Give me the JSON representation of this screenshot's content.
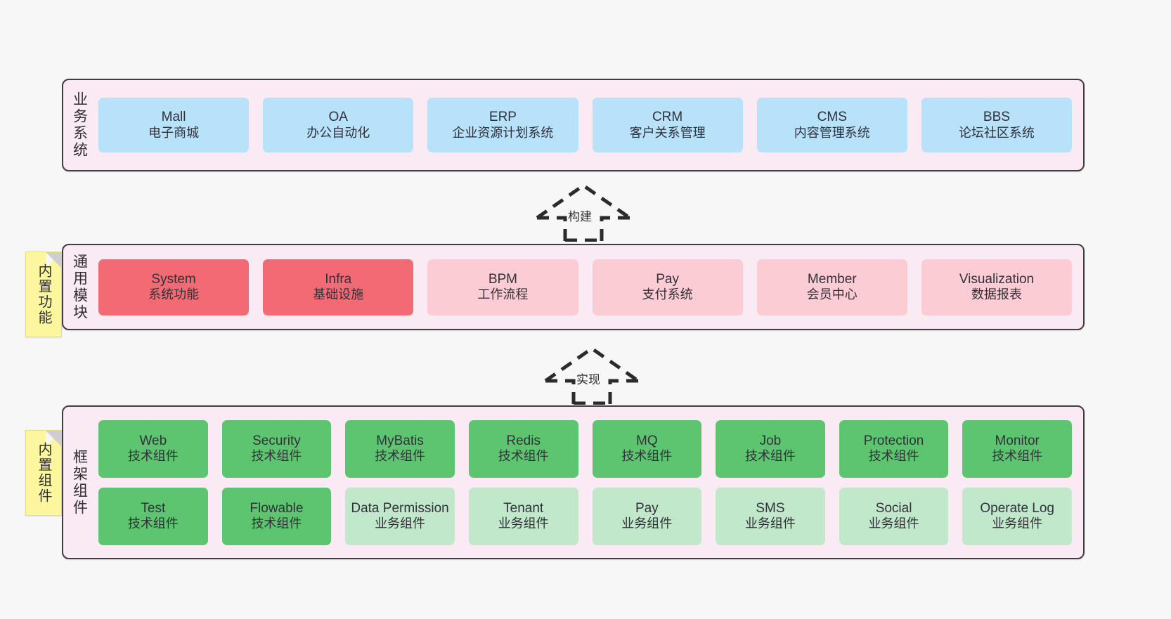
{
  "diagram": {
    "background_color": "#f7f7f7",
    "container_fill": "#f9eaf4",
    "container_border": "#413a47",
    "sticky_color": "#fcf79f"
  },
  "layers": [
    {
      "id": "business-system",
      "title": "业务系统",
      "sticky": null,
      "rows": [
        {
          "cells": [
            {
              "en": "Mall",
              "cn": "电子商城",
              "color": "#b8e2fa",
              "variant": "c-blue"
            },
            {
              "en": "OA",
              "cn": "办公自动化",
              "color": "#b8e2fa",
              "variant": "c-blue"
            },
            {
              "en": "ERP",
              "cn": "企业资源计划系统",
              "color": "#b8e2fa",
              "variant": "c-blue"
            },
            {
              "en": "CRM",
              "cn": "客户关系管理",
              "color": "#b8e2fa",
              "variant": "c-blue"
            },
            {
              "en": "CMS",
              "cn": "内容管理系统",
              "color": "#b8e2fa",
              "variant": "c-blue"
            },
            {
              "en": "BBS",
              "cn": "论坛社区系统",
              "color": "#b8e2fa",
              "variant": "c-blue"
            }
          ]
        }
      ]
    },
    {
      "id": "common-module",
      "title": "通用模块",
      "sticky": "内置功能",
      "rows": [
        {
          "cells": [
            {
              "en": "System",
              "cn": "系统功能",
              "color": "#f26b74",
              "variant": "c-red"
            },
            {
              "en": "Infra",
              "cn": "基础设施",
              "color": "#f26b74",
              "variant": "c-red"
            },
            {
              "en": "BPM",
              "cn": "工作流程",
              "color": "#fbccd4",
              "variant": "c-pink"
            },
            {
              "en": "Pay",
              "cn": "支付系统",
              "color": "#fbccd4",
              "variant": "c-pink"
            },
            {
              "en": "Member",
              "cn": "会员中心",
              "color": "#fbccd4",
              "variant": "c-pink"
            },
            {
              "en": "Visualization",
              "cn": "数据报表",
              "color": "#fbccd4",
              "variant": "c-pink"
            }
          ]
        }
      ]
    },
    {
      "id": "framework-component",
      "title": "框架组件",
      "sticky": "内置组件",
      "rows": [
        {
          "cells": [
            {
              "en": "Web",
              "cn": "技术组件",
              "color": "#5dc570",
              "variant": "c-green"
            },
            {
              "en": "Security",
              "cn": "技术组件",
              "color": "#5dc570",
              "variant": "c-green"
            },
            {
              "en": "MyBatis",
              "cn": "技术组件",
              "color": "#5dc570",
              "variant": "c-green"
            },
            {
              "en": "Redis",
              "cn": "技术组件",
              "color": "#5dc570",
              "variant": "c-green"
            },
            {
              "en": "MQ",
              "cn": "技术组件",
              "color": "#5dc570",
              "variant": "c-green"
            },
            {
              "en": "Job",
              "cn": "技术组件",
              "color": "#5dc570",
              "variant": "c-green"
            },
            {
              "en": "Protection",
              "cn": "技术组件",
              "color": "#5dc570",
              "variant": "c-green"
            },
            {
              "en": "Monitor",
              "cn": "技术组件",
              "color": "#5dc570",
              "variant": "c-green"
            }
          ]
        },
        {
          "cells": [
            {
              "en": "Test",
              "cn": "技术组件",
              "color": "#5dc570",
              "variant": "c-green"
            },
            {
              "en": "Flowable",
              "cn": "技术组件",
              "color": "#5dc570",
              "variant": "c-green"
            },
            {
              "en": "Data Permission",
              "cn": "业务组件",
              "color": "#c2e8cb",
              "variant": "c-greenlight wrap"
            },
            {
              "en": "Tenant",
              "cn": "业务组件",
              "color": "#c2e8cb",
              "variant": "c-greenlight"
            },
            {
              "en": "Pay",
              "cn": "业务组件",
              "color": "#c2e8cb",
              "variant": "c-greenlight"
            },
            {
              "en": "SMS",
              "cn": "业务组件",
              "color": "#c2e8cb",
              "variant": "c-greenlight"
            },
            {
              "en": "Social",
              "cn": "业务组件",
              "color": "#c2e8cb",
              "variant": "c-greenlight"
            },
            {
              "en": "Operate Log",
              "cn": "业务组件",
              "color": "#c2e8cb",
              "variant": "c-greenlight"
            }
          ]
        }
      ]
    }
  ],
  "arrows": [
    {
      "id": "build",
      "label": "构建"
    },
    {
      "id": "implement",
      "label": "实现"
    }
  ]
}
